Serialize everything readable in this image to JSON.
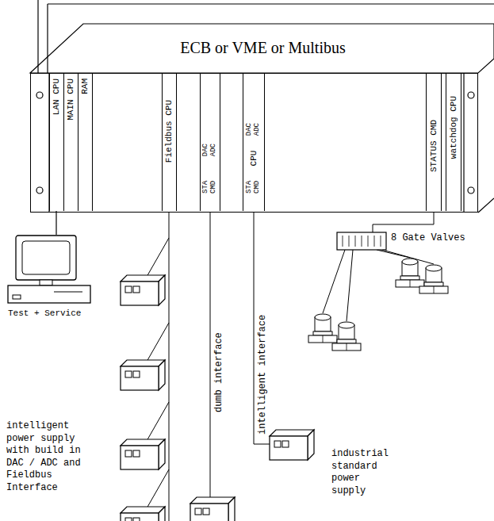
{
  "diagram": {
    "nodes": [
      {
        "text": [
          "ECB or VME or Multibus"
        ]
      },
      {
        "text": [
          "LAN CPU"
        ],
        "in": 0
      },
      {
        "text": [
          "MAIN CPU"
        ],
        "in": 0
      },
      {
        "text": [
          "RAM"
        ],
        "in": 0
      },
      {
        "text": [
          "Fieldbus CPU"
        ],
        "in": 0
      },
      {
        "text": [
          "STA CMD",
          "DAC ADC"
        ],
        "in": 0
      },
      {
        "text": [
          "STA CMD",
          "CPU",
          "DAC ADC"
        ],
        "in": 0
      },
      {
        "text": [
          "STATUS CMD"
        ],
        "in": 0
      },
      {
        "text": [
          "watchdog CPU"
        ],
        "in": 0
      },
      {
        "text": [
          "Test + Service"
        ]
      }
    ],
    "edges": [
      {
        "from": 1,
        "to": 9,
        "arrow": "none"
      }
    ],
    "labels": [
      "8 Gate Valves",
      "dumb interface",
      "intelligent interface",
      "intelligent power supply with build in DAC / ADC and Fieldbus Interface",
      "industrial standard power supply"
    ]
  }
}
